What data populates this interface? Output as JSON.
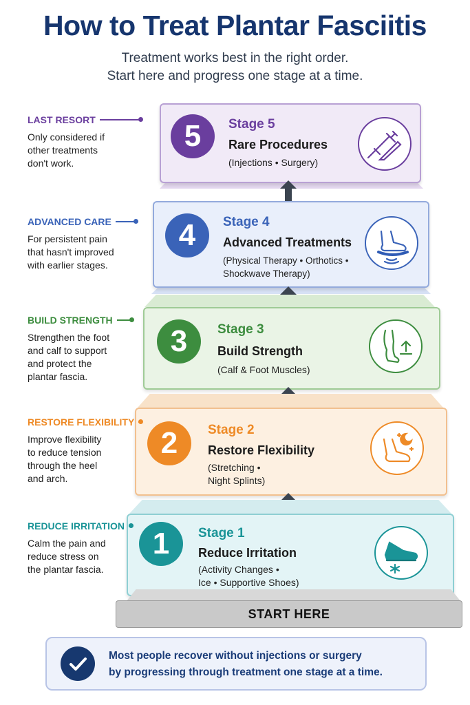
{
  "title": "How to Treat Plantar Fasciitis",
  "subtitle_line1": "Treatment works best in the right order.",
  "subtitle_line2": "Start here and progress one stage at a time.",
  "stages": [
    {
      "number": "1",
      "stage_label": "Stage 1",
      "title": "Reduce Irritation",
      "detail_line1": "(Activity Changes •",
      "detail_line2": "Ice • Supportive Shoes)",
      "side_label": "REDUCE IRRITATION",
      "side_desc": [
        "Calm the pain and",
        "reduce stress on",
        "the plantar fascia."
      ],
      "color": "#1a9497",
      "light": "#e3f4f6",
      "top": "#d4ecef",
      "icon": "shoe-snowflake-icon"
    },
    {
      "number": "2",
      "stage_label": "Stage 2",
      "title": "Restore Flexibility",
      "detail_line1": "(Stretching •",
      "detail_line2": "Night Splints)",
      "side_label": "RESTORE FLEXIBILITY",
      "side_desc": [
        "Improve flexibility",
        "to reduce tension",
        "through the heel",
        "and arch."
      ],
      "color": "#ee8a26",
      "light": "#fdf0e1",
      "top": "#f8e2c9",
      "icon": "foot-moon-icon"
    },
    {
      "number": "3",
      "stage_label": "Stage 3",
      "title": "Build Strength",
      "detail_line1": "(Calf & Foot Muscles)",
      "detail_line2": "",
      "side_label": "BUILD STRENGTH",
      "side_desc": [
        "Strengthen the foot",
        "and calf to support",
        "and protect the",
        "plantar fascia."
      ],
      "color": "#3d8d3f",
      "light": "#eaf4e6",
      "top": "#d9ebd3",
      "icon": "leg-arrow-up-icon"
    },
    {
      "number": "4",
      "stage_label": "Stage 4",
      "title": "Advanced Treatments",
      "detail_line1": "(Physical Therapy • Orthotics •",
      "detail_line2": "Shockwave Therapy)",
      "side_label": "ADVANCED CARE",
      "side_desc": [
        "For persistent pain",
        "that hasn't improved",
        "with earlier stages."
      ],
      "color": "#3a63b8",
      "light": "#e9effb",
      "top": "#d7e1f5",
      "icon": "foot-insole-icon"
    },
    {
      "number": "5",
      "stage_label": "Stage 5",
      "title": "Rare Procedures",
      "detail_line1": "(Injections • Surgery)",
      "detail_line2": "",
      "side_label": "LAST RESORT",
      "side_desc": [
        "Only considered if",
        "other treatments",
        "don't work."
      ],
      "color": "#6a3e9e",
      "light": "#f1eaf7",
      "top": "#e4d8ef",
      "icon": "syringe-scalpel-icon"
    }
  ],
  "start_here": "START HERE",
  "note_line1": "Most people recover without injections or surgery",
  "note_line2": "by progressing through treatment one stage at a time."
}
